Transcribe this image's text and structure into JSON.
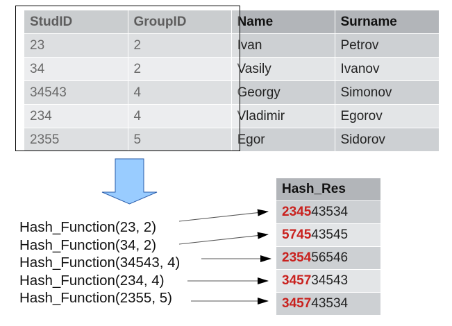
{
  "students_table": {
    "headers": [
      "StudID",
      "GroupID",
      "Name",
      "Surname"
    ],
    "rows": [
      [
        "23",
        "2",
        "Ivan",
        "Petrov"
      ],
      [
        "34",
        "2",
        "Vasily",
        "Ivanov"
      ],
      [
        "34543",
        "4",
        "Georgy",
        "Simonov"
      ],
      [
        "234",
        "4",
        "Vladimir",
        "Egorov"
      ],
      [
        "2355",
        "5",
        "Egor",
        "Sidorov"
      ]
    ]
  },
  "hash_calls": [
    "Hash_Function(23, 2)",
    "Hash_Function(34, 2)",
    "Hash_Function(34543, 4)",
    "Hash_Function(234, 4)",
    "Hash_Function(2355, 5)"
  ],
  "hash_table": {
    "header": "Hash_Res",
    "rows": [
      {
        "prefix": "2345",
        "rest": "43534"
      },
      {
        "prefix": "5745",
        "rest": "43545"
      },
      {
        "prefix": "2354",
        "rest": "56546"
      },
      {
        "prefix": "3457",
        "rest": "34543"
      },
      {
        "prefix": "3457",
        "rest": "43534"
      }
    ]
  },
  "colors": {
    "highlight": "#c9211e",
    "header_bg": "#b2b5b9",
    "row_odd": "#cdd0d3",
    "row_even": "#e3e5e7",
    "down_arrow_fill": "#99ccff",
    "down_arrow_stroke": "#2a5caa"
  }
}
